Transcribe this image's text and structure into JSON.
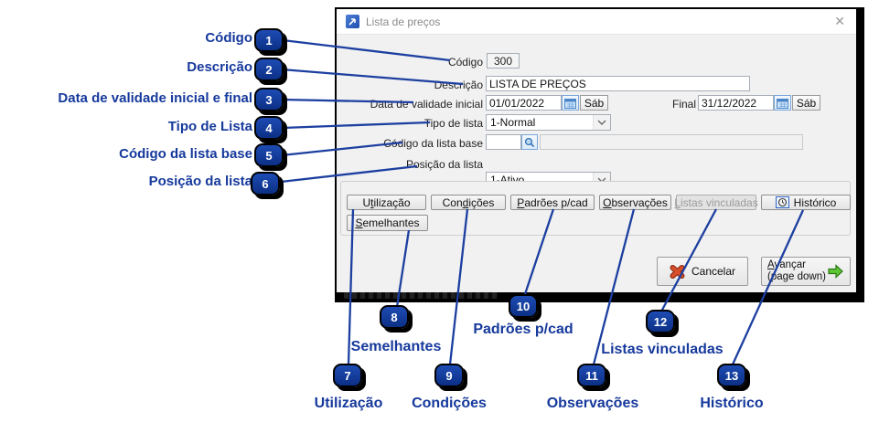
{
  "window": {
    "title": "Lista de preços",
    "close_glyph": "✕"
  },
  "fields": {
    "codigo": {
      "label": "Código",
      "value": "300"
    },
    "descricao": {
      "label": "Descrição",
      "value": "LISTA DE PREÇOS"
    },
    "data_inicial": {
      "label": "Data de validade inicial",
      "value": "01/01/2022",
      "weekday": "Sáb"
    },
    "data_final": {
      "label": "Final",
      "value": "31/12/2022",
      "weekday": "Sáb"
    },
    "tipo": {
      "label": "Tipo de lista",
      "value": "1-Normal"
    },
    "lista_base": {
      "label": "Código da lista base",
      "value": "",
      "linked_value": ""
    },
    "posicao": {
      "label": "Posição da lista",
      "value": "1-Ativo"
    }
  },
  "tabs": [
    {
      "pre": "U",
      "accel": "t",
      "post": "ilização"
    },
    {
      "pre": "Con",
      "accel": "d",
      "post": "ições"
    },
    {
      "pre": "",
      "accel": "P",
      "post": "adrões p/cad"
    },
    {
      "pre": "",
      "accel": "O",
      "post": "bservações"
    },
    {
      "pre": "",
      "accel": "L",
      "post": "istas vinculadas",
      "disabled": true
    },
    {
      "pre": "",
      "accel": "",
      "post": "Histórico"
    },
    {
      "pre": "",
      "accel": "S",
      "post": "emelhantes"
    }
  ],
  "actions": {
    "cancel": {
      "label": "Cancelar"
    },
    "next": {
      "accel": "A",
      "rest": "vançar",
      "line2": "(page down)"
    }
  },
  "annotations": {
    "left": [
      {
        "num": "1",
        "label": "Código"
      },
      {
        "num": "2",
        "label": "Descrição"
      },
      {
        "num": "3",
        "label": "Data de validade inicial e final"
      },
      {
        "num": "4",
        "label": "Tipo de Lista"
      },
      {
        "num": "5",
        "label": "Código da lista base"
      },
      {
        "num": "6",
        "label": "Posição da lista"
      }
    ],
    "bottom": [
      {
        "num": "7",
        "label": "Utilização"
      },
      {
        "num": "8",
        "label": "Semelhantes"
      },
      {
        "num": "9",
        "label": "Condições"
      },
      {
        "num": "10",
        "label": "Padrões p/cad"
      },
      {
        "num": "11",
        "label": "Observações"
      },
      {
        "num": "12",
        "label": "Listas vinculadas"
      },
      {
        "num": "13",
        "label": "Histórico"
      }
    ]
  },
  "colors": {
    "annotation_navy": "#16399c",
    "line_blue": "#1c3fa0",
    "title_text_gray": "#8a8a8a",
    "cancel_red": "#d94f2b",
    "next_green": "#5fc636",
    "calendar_blue": "#4a86c8"
  }
}
